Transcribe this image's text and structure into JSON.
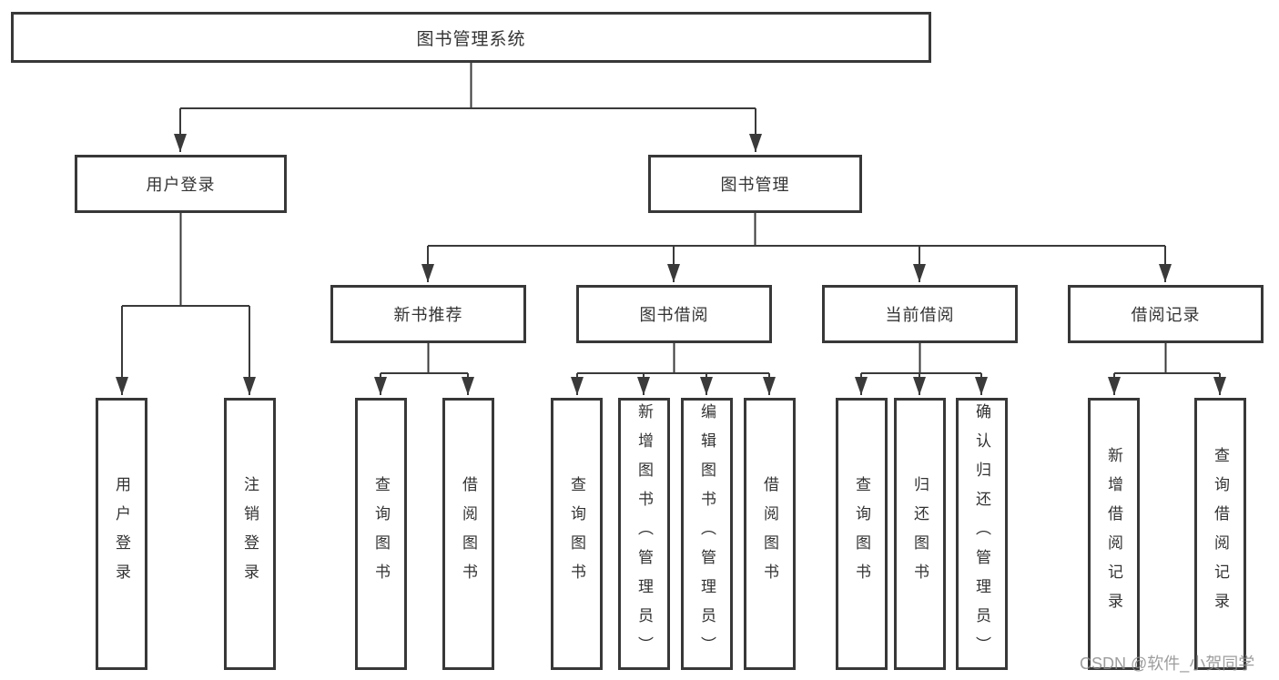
{
  "diagram_title": "图书管理系统",
  "watermark": "CSDN @软件_小贺同学",
  "colors": {
    "line": "#3a3a3a",
    "border": "#383838",
    "text": "#333333",
    "watermark": "#8c8c8c",
    "background": "#ffffff"
  },
  "tree": {
    "label": "图书管理系统",
    "children": [
      {
        "label": "用户登录",
        "children": [
          {
            "label": "用户登录"
          },
          {
            "label": "注销登录"
          }
        ]
      },
      {
        "label": "图书管理",
        "children": [
          {
            "label": "新书推荐",
            "children": [
              {
                "label": "查询图书"
              },
              {
                "label": "借阅图书"
              }
            ]
          },
          {
            "label": "图书借阅",
            "children": [
              {
                "label": "查询图书"
              },
              {
                "label": "新增图书（管理员）"
              },
              {
                "label": "编辑图书（管理员）"
              },
              {
                "label": "借阅图书"
              }
            ]
          },
          {
            "label": "当前借阅",
            "children": [
              {
                "label": "查询图书"
              },
              {
                "label": "归还图书"
              },
              {
                "label": "确认归还（管理员）"
              }
            ]
          },
          {
            "label": "借阅记录",
            "children": [
              {
                "label": "新增借阅记录"
              },
              {
                "label": "查询借阅记录"
              }
            ]
          }
        ]
      }
    ]
  }
}
